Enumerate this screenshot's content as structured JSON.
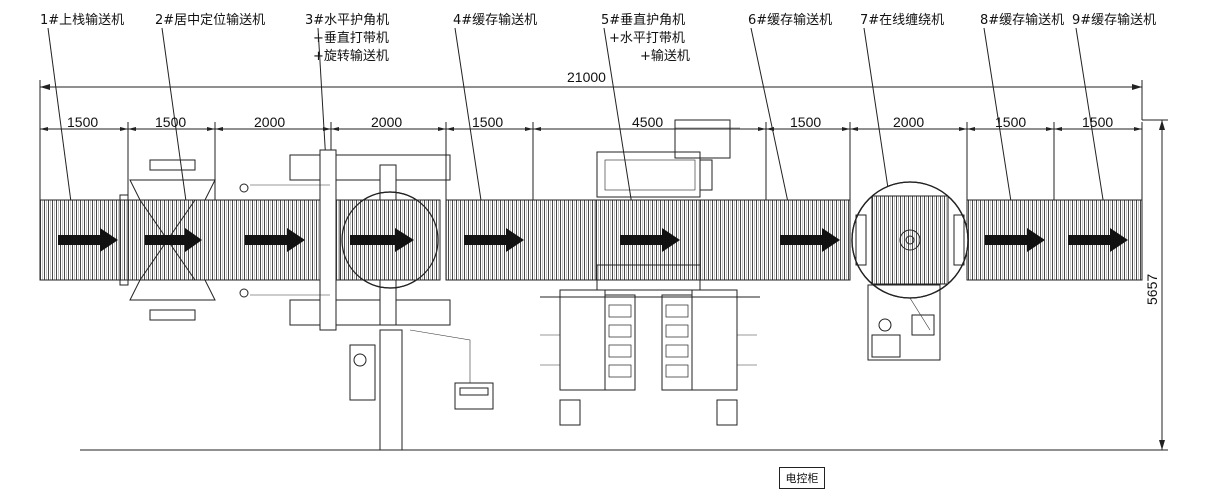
{
  "title_labels": [
    [
      "1#上栈输送机"
    ],
    [
      "2#居中定位输送机"
    ],
    [
      "3#水平护角机",
      "+垂直打带机",
      "+旋转输送机"
    ],
    [
      "4#缓存输送机"
    ],
    [
      "5#垂直护角机",
      "+水平打带机",
      "+输送机"
    ],
    [
      "6#缓存输送机"
    ],
    [
      "7#在线缠绕机"
    ],
    [
      "8#缓存输送机"
    ],
    [
      "9#缓存输送机"
    ]
  ],
  "dimensions": {
    "total": "21000",
    "segments": [
      "1500",
      "1500",
      "2000",
      "2000",
      "1500",
      "4500",
      "1500",
      "2000",
      "1500",
      "1500"
    ],
    "height": "5657"
  },
  "cabinet_label": "电控柜",
  "colors": {
    "line": "#222222",
    "background": "#ffffff"
  }
}
